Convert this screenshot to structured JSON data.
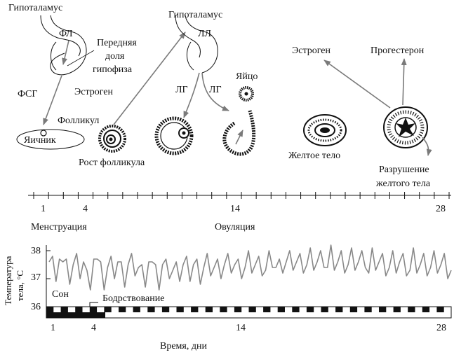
{
  "labels": {
    "hypothalamus_left": "Гипоталамус",
    "hypothalamus_right": "Гипоталамус",
    "fl": "ФЛ",
    "ll": "ЛЛ",
    "anterior_pituitary": [
      "Передняя",
      "доля",
      "гипофиза"
    ],
    "fsg": "ФСГ",
    "estrogen_left": "Эстроген",
    "follicle": "Фолликул",
    "ovary": "Яичник",
    "follicle_growth": "Рост фолликула",
    "lg_left": "ЛГ",
    "lg_right": "ЛГ",
    "egg": "Яйцо",
    "estrogen_right": "Эстроген",
    "progesterone": "Прогестерон",
    "corpus_luteum": "Желтое тело",
    "corpus_destruction": [
      "Разрушение",
      "желтого тела"
    ]
  },
  "timeline": {
    "ticks": [
      "1",
      "4",
      "14",
      "28"
    ],
    "menstruation": "Менструация",
    "ovulation": "Овуляция"
  },
  "chart_data": {
    "type": "line",
    "ylabel": [
      "Температура",
      "тела, °C"
    ],
    "y_ticks": [
      "38",
      "37",
      "36"
    ],
    "ylim": [
      35.6,
      38.3
    ],
    "x_ticks": [
      "1",
      "4",
      "14",
      "28"
    ],
    "xlabel": "Время, дни",
    "sleep_label": "Сон",
    "wake_label": "Бодрствование",
    "series": [
      {
        "values": [
          37.6,
          37.8,
          36.9,
          37.7,
          37.6,
          37.7,
          36.8,
          37.5,
          37.9,
          37.0,
          37.6,
          37.3,
          36.6,
          37.7,
          37.7,
          37.6,
          36.6,
          37.4,
          37.8,
          37.0,
          37.6,
          37.6,
          36.7,
          37.5,
          37.9,
          37.1,
          37.4,
          37.5,
          36.7,
          37.6,
          37.6,
          37.5,
          36.6,
          37.5,
          37.7,
          37.0,
          37.3,
          37.6,
          36.9,
          37.5,
          37.8,
          36.9,
          37.5,
          37.7,
          36.8,
          37.4,
          37.9,
          37.1,
          37.4,
          37.7,
          37.0,
          37.5,
          37.9,
          37.2,
          37.5,
          37.7,
          37.0,
          37.4,
          38.0,
          37.2,
          37.5,
          37.8,
          37.1,
          37.3,
          38.0,
          37.4,
          37.4,
          37.7,
          37.2,
          37.6,
          38.0,
          37.3,
          37.6,
          37.9,
          37.2,
          37.5,
          38.1,
          37.3,
          37.6,
          38.0,
          37.4,
          37.4,
          38.2,
          37.3,
          37.6,
          38.0,
          37.2,
          37.5,
          38.1,
          37.3,
          37.6,
          38.0,
          37.4,
          37.2,
          38.1,
          37.3,
          37.6,
          37.9,
          37.1,
          37.4,
          38.0,
          37.2,
          37.6,
          37.9,
          37.1,
          37.3,
          38.1,
          37.2,
          37.5,
          37.9,
          37.1,
          37.4,
          38.0,
          37.2,
          37.5,
          37.9,
          37.0,
          37.3
        ]
      }
    ]
  }
}
